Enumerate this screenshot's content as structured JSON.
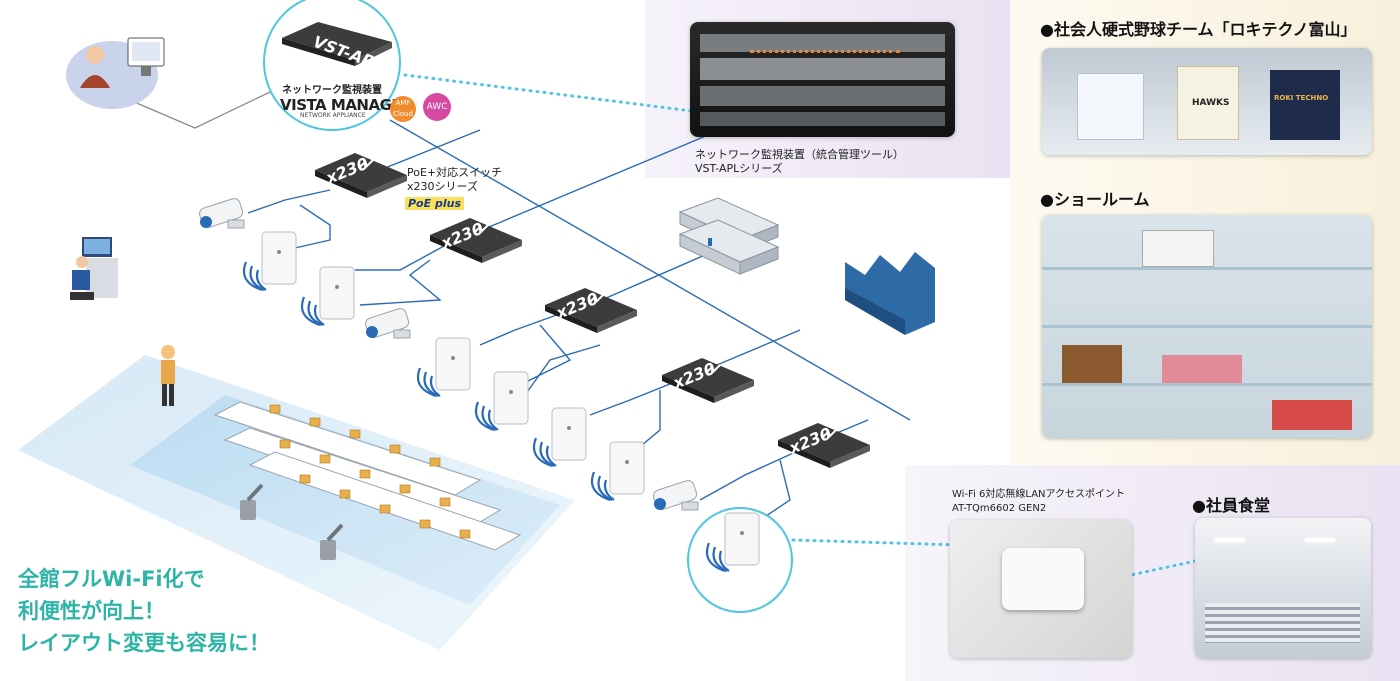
{
  "monitor": {
    "device_label": "VST-APL",
    "caption": "ネットワーク監視装置",
    "brand": "VISTA MANAGER",
    "brand_sub": "NETWORK APPLIANCE",
    "amf_badge": "AMF Cloud",
    "awc_badge": "AWC"
  },
  "rack": {
    "caption_line1": "ネットワーク監視装置（統合管理ツール）",
    "caption_line2": "VST-APLシリーズ"
  },
  "switch": {
    "caption_line1": "PoE+対応スイッチ",
    "caption_line2": "x230シリーズ",
    "poe_logo": "PoE plus",
    "model": "x230"
  },
  "access_point": {
    "caption_line1": "Wi-Fi 6対応無線LANアクセスポイント",
    "caption_line2": "AT-TQm6602 GEN2"
  },
  "panels": {
    "baseball": "●社会人硬式野球チーム「ロキテクノ富山」",
    "showroom": "●ショールーム",
    "cafeteria": "●社員食堂"
  },
  "slogan": {
    "line1": "全館フルWi-Fi化で",
    "line2": "利便性が向上！",
    "line3": "レイアウト変更も容易に！"
  },
  "jerseys": [
    "",
    "HAWKS",
    "ROKI TECHNO"
  ],
  "colors": {
    "link": "#2a6bb8",
    "accent": "#2cb5a6",
    "highlight": "#4fc6e0",
    "switch": "#3c3c3e",
    "amf": "#f08c2e",
    "awc": "#d64aa4",
    "panel_bg_purple": "#efeaf5",
    "panel_bg_cream": "#fbf6e8"
  }
}
